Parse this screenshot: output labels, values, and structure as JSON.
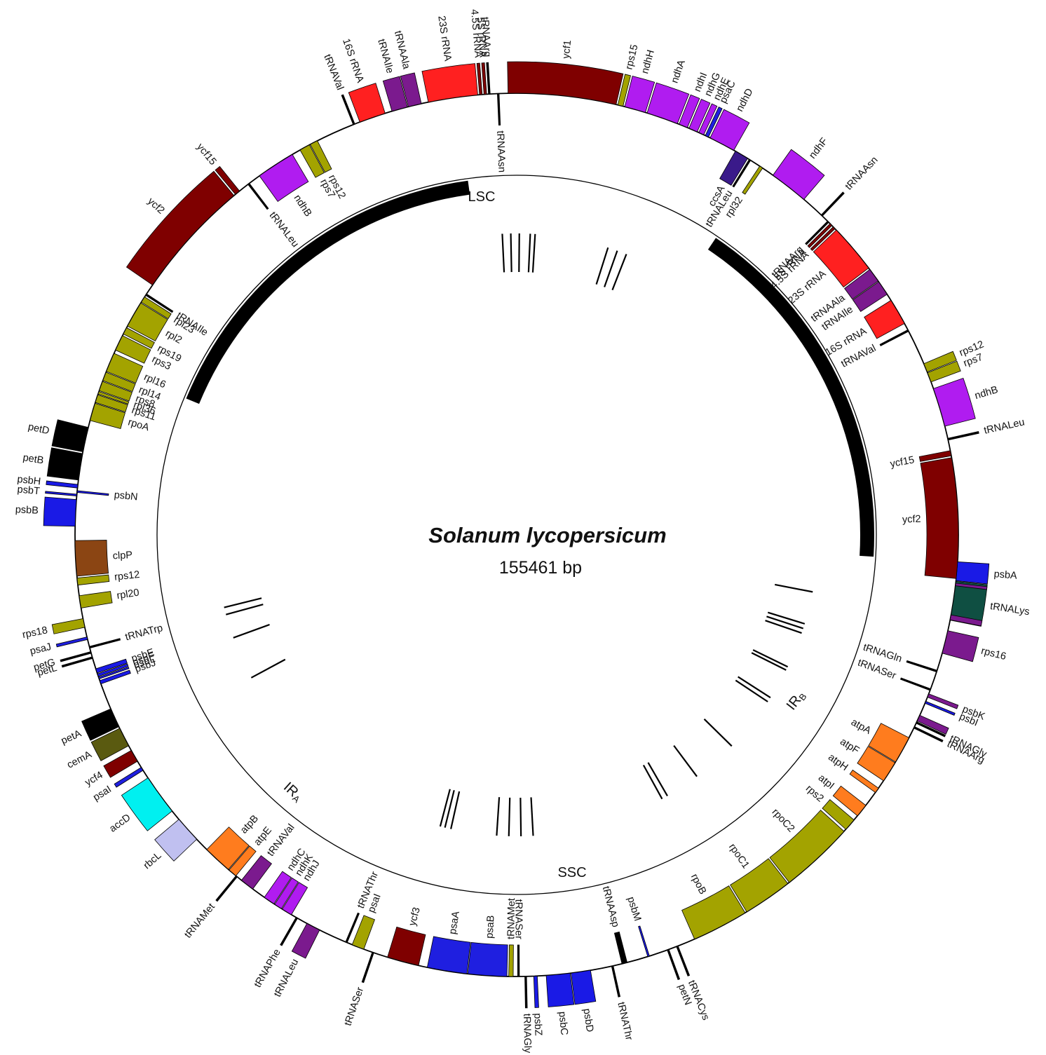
{
  "map": {
    "species": "Solanum lycopersicum",
    "length_label": "155461 bp",
    "genome_length": 155461,
    "regions": [
      {
        "name": "LSC",
        "start": 0,
        "end": 85900
      },
      {
        "name": "IRB",
        "start": 85900,
        "end": 111700
      },
      {
        "name": "SSC",
        "start": 111700,
        "end": 129700
      },
      {
        "name": "IRA",
        "start": 129700,
        "end": 155461
      }
    ],
    "region_labels": {
      "lsc": "LSC",
      "ssc": "SSC",
      "ira_main": "IR",
      "ira_sub": "A",
      "irb_main": "IR",
      "irb_sub": "B"
    },
    "colors": {
      "photosystem_I": "#1f1fe0",
      "photosystem_II": "#1a1ae6",
      "cytochrome_b6f": "#000000",
      "atp_synthase": "#ff7c1e",
      "nadh_dehydrogenase": "#b01cf0",
      "rubisco": "#c0c0f0",
      "rna_polymerase": "#a3a300",
      "ribosomal_proteins": "#a3a300",
      "clpP_matK": "#8b4513",
      "other_genes": "#00f0f0",
      "hypothetical_ycf": "#7f0000",
      "transfer_rna": "#7b1a8e",
      "ribosomal_rna": "#ff2020",
      "trnK_dark": "#0f4f42",
      "ir_bar": "#000000"
    }
  },
  "genes": [
    {
      "label": "psbA",
      "start": 0,
      "end": 1060,
      "strand": "out",
      "color": "#1a1ae6"
    },
    {
      "label": "tRNALys",
      "start": 1100,
      "end": 3300,
      "strand": "out",
      "color": "#0f4f42"
    },
    {
      "label": "",
      "start": 1200,
      "end": 1350,
      "strand": "out",
      "color": "#7b1a8e"
    },
    {
      "label": "",
      "start": 3000,
      "end": 3280,
      "strand": "out",
      "color": "#7b1a8e"
    },
    {
      "label": "rps16",
      "start": 3900,
      "end": 5200,
      "strand": "out",
      "color": "#7b1a8e"
    },
    {
      "label": "tRNAGln",
      "start": 6200,
      "end": 6300,
      "strand": "in",
      "color": "#000000"
    },
    {
      "label": "tRNASer",
      "start": 7300,
      "end": 7400,
      "strand": "in",
      "color": "#000000"
    },
    {
      "label": "psbK",
      "start": 7600,
      "end": 7800,
      "strand": "out",
      "color": "#7b1a8e"
    },
    {
      "label": "psbI",
      "start": 8050,
      "end": 8170,
      "strand": "out",
      "color": "#1a1ae6"
    },
    {
      "label": "tRNAGly",
      "start": 9300,
      "end": 9400,
      "strand": "out",
      "color": "#000000"
    },
    {
      "label": "",
      "start": 8900,
      "end": 9250,
      "strand": "out",
      "color": "#7b1a8e"
    },
    {
      "label": "tRNAArg",
      "start": 9600,
      "end": 9700,
      "strand": "out",
      "color": "#000000"
    },
    {
      "label": "atpA",
      "start": 10300,
      "end": 11850,
      "strand": "in",
      "color": "#ff7c1e"
    },
    {
      "label": "atpF",
      "start": 11900,
      "end": 13100,
      "strand": "in",
      "color": "#ff7c1e"
    },
    {
      "label": "atpH",
      "start": 13600,
      "end": 13900,
      "strand": "in",
      "color": "#ff7c1e"
    },
    {
      "label": "atpI",
      "start": 14800,
      "end": 15550,
      "strand": "in",
      "color": "#ff7c1e"
    },
    {
      "label": "rps2",
      "start": 15850,
      "end": 16550,
      "strand": "in",
      "color": "#a3a300"
    },
    {
      "label": "rpoC2",
      "start": 16700,
      "end": 20900,
      "strand": "in",
      "color": "#a3a300"
    },
    {
      "label": "rpoC1",
      "start": 21000,
      "end": 23800,
      "strand": "in",
      "color": "#a3a300"
    },
    {
      "label": "rpoB",
      "start": 23900,
      "end": 27100,
      "strand": "in",
      "color": "#a3a300"
    },
    {
      "label": "tRNACys",
      "start": 28100,
      "end": 28200,
      "strand": "out",
      "color": "#000000"
    },
    {
      "label": "petN",
      "start": 28650,
      "end": 28750,
      "strand": "out",
      "color": "#000000"
    },
    {
      "label": "psbM",
      "start": 29800,
      "end": 29900,
      "strand": "in",
      "color": "#1a1ae6"
    },
    {
      "label": "tRNAAsp",
      "start": 31100,
      "end": 31400,
      "strand": "in",
      "color": "#000000"
    },
    {
      "label": "tRNAThr",
      "start": 31900,
      "end": 32000,
      "strand": "out",
      "color": "#000000"
    },
    {
      "label": "psbD",
      "start": 33200,
      "end": 34300,
      "strand": "out",
      "color": "#1a1ae6"
    },
    {
      "label": "psbC",
      "start": 34350,
      "end": 35700,
      "strand": "out",
      "color": "#1a1ae6"
    },
    {
      "label": "psbZ",
      "start": 36200,
      "end": 36400,
      "strand": "out",
      "color": "#1a1ae6"
    },
    {
      "label": "tRNAGly",
      "start": 36800,
      "end": 36900,
      "strand": "out",
      "color": "#000000"
    },
    {
      "label": "tRNASer",
      "start": 37200,
      "end": 37300,
      "strand": "in",
      "color": "#000000"
    },
    {
      "label": "tRNAMet",
      "start": 37550,
      "end": 37800,
      "strand": "in",
      "color": "#a3a300"
    },
    {
      "label": "psaB",
      "start": 37900,
      "end": 40100,
      "strand": "in",
      "color": "#1f1fe0"
    },
    {
      "label": "psaA",
      "start": 40150,
      "end": 42400,
      "strand": "in",
      "color": "#1f1fe0"
    },
    {
      "label": "ycf3",
      "start": 42900,
      "end": 44700,
      "strand": "in",
      "color": "#7f0000"
    },
    {
      "label": "tRNASer",
      "start": 45500,
      "end": 45600,
      "strand": "out",
      "color": "#000000"
    },
    {
      "label": "psaI",
      "start": 46100,
      "end": 46800,
      "strand": "in",
      "color": "#a3a300"
    },
    {
      "label": "tRNAThr",
      "start": 47100,
      "end": 47200,
      "strand": "in",
      "color": "#000000"
    },
    {
      "label": "tRNALeu",
      "start": 48800,
      "end": 49600,
      "strand": "out",
      "color": "#7b1a8e"
    },
    {
      "label": "tRNAPhe",
      "start": 50200,
      "end": 50300,
      "strand": "out",
      "color": "#000000"
    },
    {
      "label": "ndhJ",
      "start": 50600,
      "end": 51200,
      "strand": "in",
      "color": "#b01cf0"
    },
    {
      "label": "ndhK",
      "start": 51250,
      "end": 51700,
      "strand": "in",
      "color": "#b01cf0"
    },
    {
      "label": "ndhC",
      "start": 51750,
      "end": 52400,
      "strand": "in",
      "color": "#b01cf0"
    },
    {
      "label": "tRNAVal",
      "start": 53200,
      "end": 54000,
      "strand": "in",
      "color": "#7b1a8e"
    },
    {
      "label": "tRNAMet",
      "start": 54300,
      "end": 54400,
      "strand": "out",
      "color": "#000000"
    },
    {
      "label": "atpE",
      "start": 54400,
      "end": 54900,
      "strand": "in",
      "color": "#ff7c1e"
    },
    {
      "label": "atpB",
      "start": 54950,
      "end": 56600,
      "strand": "in",
      "color": "#ff7c1e"
    },
    {
      "label": "rbcL",
      "start": 57400,
      "end": 58900,
      "strand": "out",
      "color": "#c0c0f0"
    },
    {
      "label": "accD",
      "start": 59500,
      "end": 61800,
      "strand": "out",
      "color": "#00f0f0"
    },
    {
      "label": "psaI",
      "start": 62300,
      "end": 62500,
      "strand": "out",
      "color": "#1f1fe0"
    },
    {
      "label": "ycf4",
      "start": 62900,
      "end": 63600,
      "strand": "out",
      "color": "#7f0000"
    },
    {
      "label": "cemA",
      "start": 63900,
      "end": 65000,
      "strand": "out",
      "color": "#5a5a10"
    },
    {
      "label": "petA",
      "start": 65100,
      "end": 66200,
      "strand": "out",
      "color": "#000000"
    },
    {
      "label": "psbJ",
      "start": 67700,
      "end": 67900,
      "strand": "in",
      "color": "#1a1ae6"
    },
    {
      "label": "psbL",
      "start": 68000,
      "end": 68100,
      "strand": "in",
      "color": "#1a1ae6"
    },
    {
      "label": "psbF",
      "start": 68150,
      "end": 68300,
      "strand": "in",
      "color": "#1a1ae6"
    },
    {
      "label": "psbE",
      "start": 68350,
      "end": 68600,
      "strand": "in",
      "color": "#1a1ae6"
    },
    {
      "label": "petL",
      "start": 69200,
      "end": 69300,
      "strand": "out",
      "color": "#000000"
    },
    {
      "label": "petG",
      "start": 69500,
      "end": 69600,
      "strand": "out",
      "color": "#000000"
    },
    {
      "label": "tRNATrp",
      "start": 69800,
      "end": 69900,
      "strand": "in",
      "color": "#000000"
    },
    {
      "label": "psaJ",
      "start": 70300,
      "end": 70450,
      "strand": "out",
      "color": "#1f1fe0"
    },
    {
      "label": "rps18",
      "start": 71000,
      "end": 71500,
      "strand": "out",
      "color": "#a3a300"
    },
    {
      "label": "rpl20",
      "start": 72100,
      "end": 72800,
      "strand": "in",
      "color": "#a3a300"
    },
    {
      "label": "rps12",
      "start": 73400,
      "end": 73800,
      "strand": "in",
      "color": "#a3a300"
    },
    {
      "label": "clpP",
      "start": 73900,
      "end": 75900,
      "strand": "in",
      "color": "#8b4513"
    },
    {
      "label": "psbB",
      "start": 76700,
      "end": 78200,
      "strand": "out",
      "color": "#1a1ae6"
    },
    {
      "label": "psbT",
      "start": 78400,
      "end": 78500,
      "strand": "out",
      "color": "#1a1ae6"
    },
    {
      "label": "psbN",
      "start": 78600,
      "end": 78700,
      "strand": "in",
      "color": "#1a1ae6"
    },
    {
      "label": "psbH",
      "start": 78850,
      "end": 79050,
      "strand": "out",
      "color": "#1a1ae6"
    },
    {
      "label": "petB",
      "start": 79300,
      "end": 80800,
      "strand": "out",
      "color": "#000000"
    },
    {
      "label": "petD",
      "start": 80900,
      "end": 82300,
      "strand": "out",
      "color": "#000000"
    },
    {
      "label": "rpoA",
      "start": 82700,
      "end": 83700,
      "strand": "in",
      "color": "#a3a300"
    },
    {
      "label": "rps11",
      "start": 83750,
      "end": 84200,
      "strand": "in",
      "color": "#a3a300"
    },
    {
      "label": "rpl36",
      "start": 84250,
      "end": 84400,
      "strand": "in",
      "color": "#a3a300"
    },
    {
      "label": "rps8",
      "start": 84450,
      "end": 85000,
      "strand": "in",
      "color": "#a3a300"
    },
    {
      "label": "rpl14",
      "start": 85050,
      "end": 85550,
      "strand": "in",
      "color": "#a3a300"
    },
    {
      "label": "rpl16",
      "start": 85600,
      "end": 86700,
      "strand": "in",
      "color": "#a3a300"
    },
    {
      "label": "rps3",
      "start": 86900,
      "end": 87800,
      "strand": "in",
      "color": "#a3a300"
    },
    {
      "label": "rps19",
      "start": 87900,
      "end": 88300,
      "strand": "in",
      "color": "#a3a300"
    },
    {
      "label": "rpl2",
      "start": 88400,
      "end": 89900,
      "strand": "in",
      "color": "#a3a300"
    },
    {
      "label": "rpl23",
      "start": 89950,
      "end": 90300,
      "strand": "in",
      "color": "#a3a300"
    },
    {
      "label": "tRNAIle",
      "start": 90400,
      "end": 90500,
      "strand": "in",
      "color": "#000000"
    },
    {
      "label": "ycf2",
      "start": 91100,
      "end": 97900,
      "strand": "out",
      "color": "#7f0000"
    },
    {
      "label": "ycf15",
      "start": 98000,
      "end": 98300,
      "strand": "out",
      "color": "#7f0000"
    },
    {
      "label": "tRNALeu",
      "start": 98900,
      "end": 99000,
      "strand": "in",
      "color": "#000000"
    },
    {
      "label": "ndhB",
      "start": 99700,
      "end": 101900,
      "strand": "in",
      "color": "#b01cf0"
    },
    {
      "label": "rps7",
      "start": 102400,
      "end": 103000,
      "strand": "in",
      "color": "#a3a300"
    },
    {
      "label": "rps12",
      "start": 103050,
      "end": 103500,
      "strand": "in",
      "color": "#a3a300"
    },
    {
      "label": "tRNAVal",
      "start": 105700,
      "end": 105800,
      "strand": "out",
      "color": "#000000"
    },
    {
      "label": "16S rRNA",
      "start": 106100,
      "end": 107600,
      "strand": "out",
      "color": "#ff2020"
    },
    {
      "label": "tRNAIle",
      "start": 108000,
      "end": 108900,
      "strand": "out",
      "color": "#7b1a8e"
    },
    {
      "label": "tRNAAla",
      "start": 108950,
      "end": 109700,
      "strand": "out",
      "color": "#7b1a8e"
    },
    {
      "label": "23S rRNA",
      "start": 110100,
      "end": 112900,
      "strand": "out",
      "color": "#ff2020"
    },
    {
      "label": "4.5S rRNA",
      "start": 113000,
      "end": 113150,
      "strand": "out",
      "color": "#7f0000"
    },
    {
      "label": "5S rRNA",
      "start": 113250,
      "end": 113400,
      "strand": "out",
      "color": "#7f0000"
    },
    {
      "label": "tRNAArg",
      "start": 113500,
      "end": 113600,
      "strand": "out",
      "color": "#000000"
    },
    {
      "label": "tRNAAsn",
      "start": 114000,
      "end": 114100,
      "strand": "in",
      "color": "#000000"
    },
    {
      "label": "ycf1",
      "start": 114600,
      "end": 120700,
      "strand": "out",
      "color": "#7f0000"
    },
    {
      "label": "rps15",
      "start": 120800,
      "end": 121100,
      "strand": "out",
      "color": "#a3a300"
    },
    {
      "label": "ndhH",
      "start": 121200,
      "end": 122400,
      "strand": "out",
      "color": "#b01cf0"
    },
    {
      "label": "ndhA",
      "start": 122500,
      "end": 124300,
      "strand": "out",
      "color": "#b01cf0"
    },
    {
      "label": "ndhI",
      "start": 124400,
      "end": 124900,
      "strand": "out",
      "color": "#b01cf0"
    },
    {
      "label": "ndhG",
      "start": 125000,
      "end": 125500,
      "strand": "out",
      "color": "#b01cf0"
    },
    {
      "label": "ndhE",
      "start": 125600,
      "end": 125900,
      "strand": "out",
      "color": "#b01cf0"
    },
    {
      "label": "psaC",
      "start": 126000,
      "end": 126200,
      "strand": "out",
      "color": "#1f1fe0"
    },
    {
      "label": "ndhD",
      "start": 126300,
      "end": 127800,
      "strand": "out",
      "color": "#b01cf0"
    },
    {
      "label": "ccsA",
      "start": 127900,
      "end": 128700,
      "strand": "in",
      "color": "#3a1a8a"
    },
    {
      "label": "tRNALeu",
      "start": 128800,
      "end": 128900,
      "strand": "in",
      "color": "#000000"
    },
    {
      "label": "rpl32",
      "start": 129500,
      "end": 129700,
      "strand": "in",
      "color": "#a3a300"
    },
    {
      "label": "ndhF",
      "start": 130400,
      "end": 132600,
      "strand": "out",
      "color": "#b01cf0"
    },
    {
      "label": "tRNAAsn",
      "start": 133900,
      "end": 134000,
      "strand": "out",
      "color": "#000000"
    },
    {
      "label": "tRNAArg",
      "start": 134400,
      "end": 134500,
      "strand": "in",
      "color": "#000000"
    },
    {
      "label": "5S rRNA",
      "start": 134600,
      "end": 134750,
      "strand": "in",
      "color": "#7f0000"
    },
    {
      "label": "4.5S rRNA",
      "start": 134850,
      "end": 135000,
      "strand": "in",
      "color": "#7f0000"
    },
    {
      "label": "23S rRNA",
      "start": 135100,
      "end": 137900,
      "strand": "in",
      "color": "#ff2020"
    },
    {
      "label": "tRNAAla",
      "start": 138000,
      "end": 138800,
      "strand": "in",
      "color": "#7b1a8e"
    },
    {
      "label": "tRNAIle",
      "start": 138850,
      "end": 139700,
      "strand": "in",
      "color": "#7b1a8e"
    },
    {
      "label": "16S rRNA",
      "start": 140100,
      "end": 141600,
      "strand": "in",
      "color": "#ff2020"
    },
    {
      "label": "tRNAVal",
      "start": 142000,
      "end": 142100,
      "strand": "in",
      "color": "#000000"
    },
    {
      "label": "rps12",
      "start": 144100,
      "end": 144600,
      "strand": "out",
      "color": "#a3a300"
    },
    {
      "label": "rps7",
      "start": 144650,
      "end": 145200,
      "strand": "out",
      "color": "#a3a300"
    },
    {
      "label": "ndhB",
      "start": 145600,
      "end": 147800,
      "strand": "out",
      "color": "#b01cf0"
    },
    {
      "label": "tRNALeu",
      "start": 148500,
      "end": 148600,
      "strand": "out",
      "color": "#000000"
    },
    {
      "label": "ycf15",
      "start": 149200,
      "end": 149500,
      "strand": "in",
      "color": "#7f0000"
    },
    {
      "label": "ycf2",
      "start": 149600,
      "end": 156400,
      "strand": "in",
      "color": "#7f0000"
    }
  ],
  "repeat_ticks": [
    {
      "label": "",
      "pos": 3200,
      "r1": 375,
      "r2": 430
    },
    {
      "label": "",
      "pos": 5900,
      "r1": 375,
      "r2": 430
    },
    {
      "label": "",
      "pos": 6300,
      "r1": 375,
      "r2": 430
    },
    {
      "label": "",
      "pos": 6700,
      "r1": 375,
      "r2": 430
    },
    {
      "label": "",
      "pos": 9700,
      "r1": 375,
      "r2": 430
    },
    {
      "label": "",
      "pos": 10000,
      "r1": 375,
      "r2": 430
    },
    {
      "label": "",
      "pos": 12600,
      "r1": 375,
      "r2": 430
    },
    {
      "label": "",
      "pos": 13000,
      "r1": 375,
      "r2": 430
    },
    {
      "label": "",
      "pos": 17700,
      "r1": 375,
      "r2": 430
    },
    {
      "label": "",
      "pos": 21500,
      "r1": 375,
      "r2": 430
    },
    {
      "label": "",
      "pos": 24400,
      "r1": 375,
      "r2": 430
    },
    {
      "label": "",
      "pos": 24900,
      "r1": 375,
      "r2": 430
    },
    {
      "label": "",
      "pos": 36000,
      "r1": 375,
      "r2": 430
    },
    {
      "label": "",
      "pos": 37000,
      "r1": 375,
      "r2": 430
    },
    {
      "label": "",
      "pos": 38000,
      "r1": 375,
      "r2": 430
    },
    {
      "label": "",
      "pos": 39000,
      "r1": 375,
      "r2": 430
    },
    {
      "label": "",
      "pos": 42800,
      "r1": 375,
      "r2": 430
    },
    {
      "label": "",
      "pos": 43300,
      "r1": 375,
      "r2": 430
    },
    {
      "label": "",
      "pos": 43700,
      "r1": 375,
      "r2": 430
    },
    {
      "label": "",
      "pos": 64000,
      "r1": 375,
      "r2": 430
    },
    {
      "label": "",
      "pos": 67600,
      "r1": 375,
      "r2": 430
    },
    {
      "label": "",
      "pos": 69600,
      "r1": 375,
      "r2": 430
    },
    {
      "label": "",
      "pos": 70200,
      "r1": 375,
      "r2": 430
    },
    {
      "label": "",
      "pos": 113900,
      "r1": 375,
      "r2": 430
    },
    {
      "label": "",
      "pos": 114600,
      "r1": 375,
      "r2": 430
    },
    {
      "label": "",
      "pos": 115300,
      "r1": 375,
      "r2": 430
    },
    {
      "label": "",
      "pos": 116200,
      "r1": 375,
      "r2": 430
    },
    {
      "label": "",
      "pos": 116600,
      "r1": 375,
      "r2": 430
    },
    {
      "label": "",
      "pos": 122700,
      "r1": 375,
      "r2": 430
    },
    {
      "label": "",
      "pos": 123500,
      "r1": 375,
      "r2": 430
    },
    {
      "label": "",
      "pos": 124300,
      "r1": 375,
      "r2": 430
    }
  ]
}
